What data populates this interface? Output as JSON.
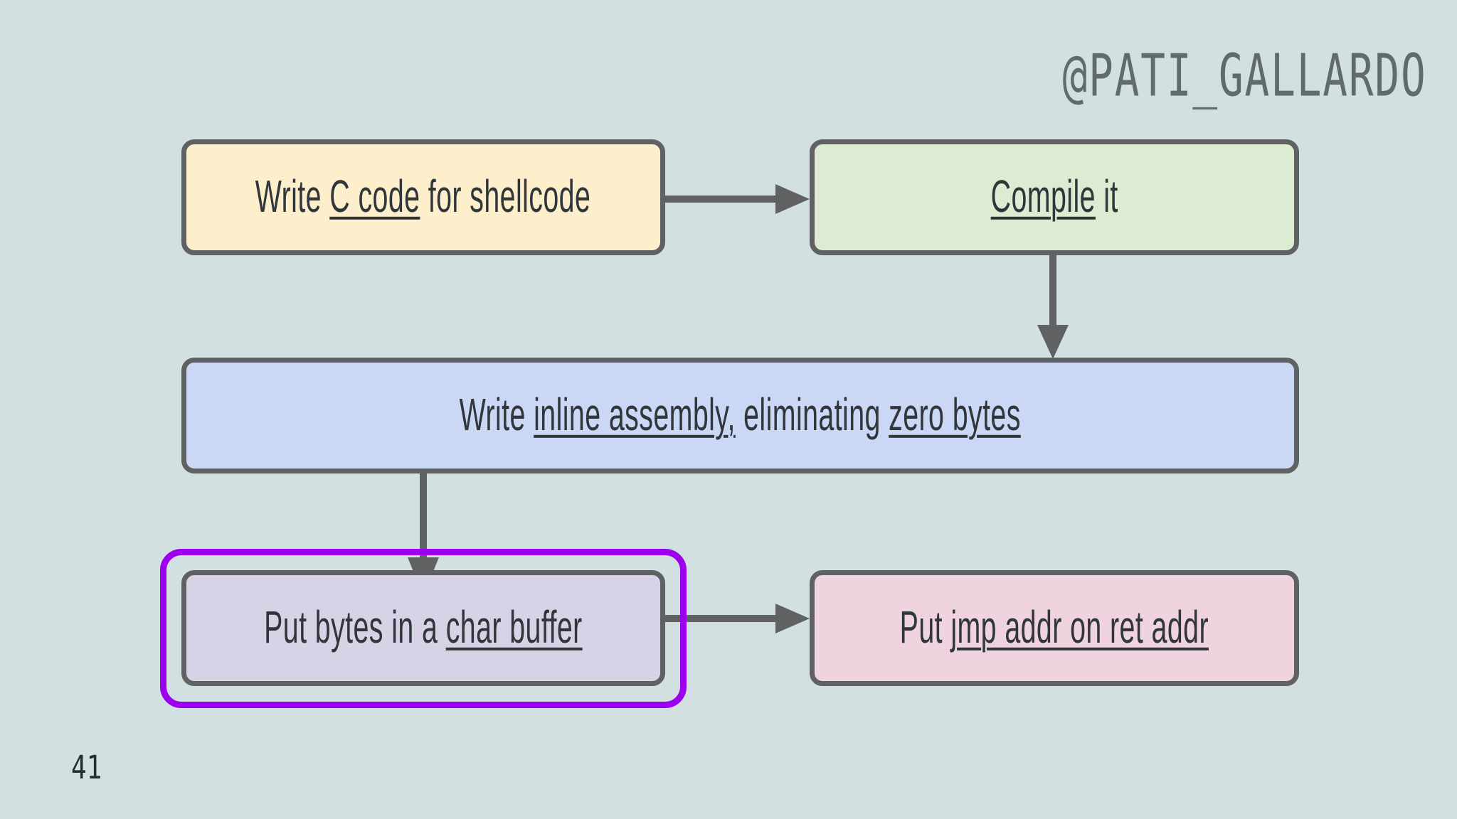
{
  "slide": {
    "background_color": "#d2e0e2",
    "page_number": "41",
    "handle": "@PATI_GALLARDO"
  },
  "theme": {
    "node_border_color": "#5f6163",
    "node_text_color": "#30363a",
    "arrow_color": "#5f6163",
    "highlight_color": "#9d00ef"
  },
  "diagram": {
    "type": "flowchart",
    "nodes": [
      {
        "id": "c-code",
        "text": "Write C code for shellcode",
        "text_parts": [
          {
            "text": "Write ",
            "underline": false
          },
          {
            "text": "C code",
            "underline": true
          },
          {
            "text": " for shellcode",
            "underline": false
          }
        ],
        "fill_color": "#fdeecc",
        "highlighted": false
      },
      {
        "id": "compile",
        "text": "Compile it",
        "text_parts": [
          {
            "text": "Compile",
            "underline": true
          },
          {
            "text": " it",
            "underline": false
          }
        ],
        "fill_color": "#dcebd2",
        "highlighted": false
      },
      {
        "id": "inline-asm",
        "text": "Write inline assembly, eliminating zero bytes",
        "text_parts": [
          {
            "text": "Write ",
            "underline": false
          },
          {
            "text": "inline assembly,",
            "underline": true
          },
          {
            "text": " eliminating ",
            "underline": false
          },
          {
            "text": "zero bytes",
            "underline": true
          }
        ],
        "fill_color": "#cbd8f5",
        "highlighted": false
      },
      {
        "id": "char-buffer",
        "text": "Put bytes in a char buffer",
        "text_parts": [
          {
            "text": "Put bytes in a ",
            "underline": false
          },
          {
            "text": "char buffer",
            "underline": true
          }
        ],
        "fill_color": "#d7d2e6",
        "highlighted": true
      },
      {
        "id": "jmp-addr",
        "text": "Put jmp addr on ret addr",
        "text_parts": [
          {
            "text": "Put ",
            "underline": false
          },
          {
            "text": "jmp addr on ret addr",
            "underline": true
          }
        ],
        "fill_color": "#efd3df",
        "highlighted": false
      }
    ],
    "edges": [
      {
        "from": "c-code",
        "to": "compile",
        "direction": "right"
      },
      {
        "from": "compile",
        "to": "inline-asm",
        "direction": "down"
      },
      {
        "from": "inline-asm",
        "to": "char-buffer",
        "direction": "down"
      },
      {
        "from": "char-buffer",
        "to": "jmp-addr",
        "direction": "right"
      }
    ]
  }
}
